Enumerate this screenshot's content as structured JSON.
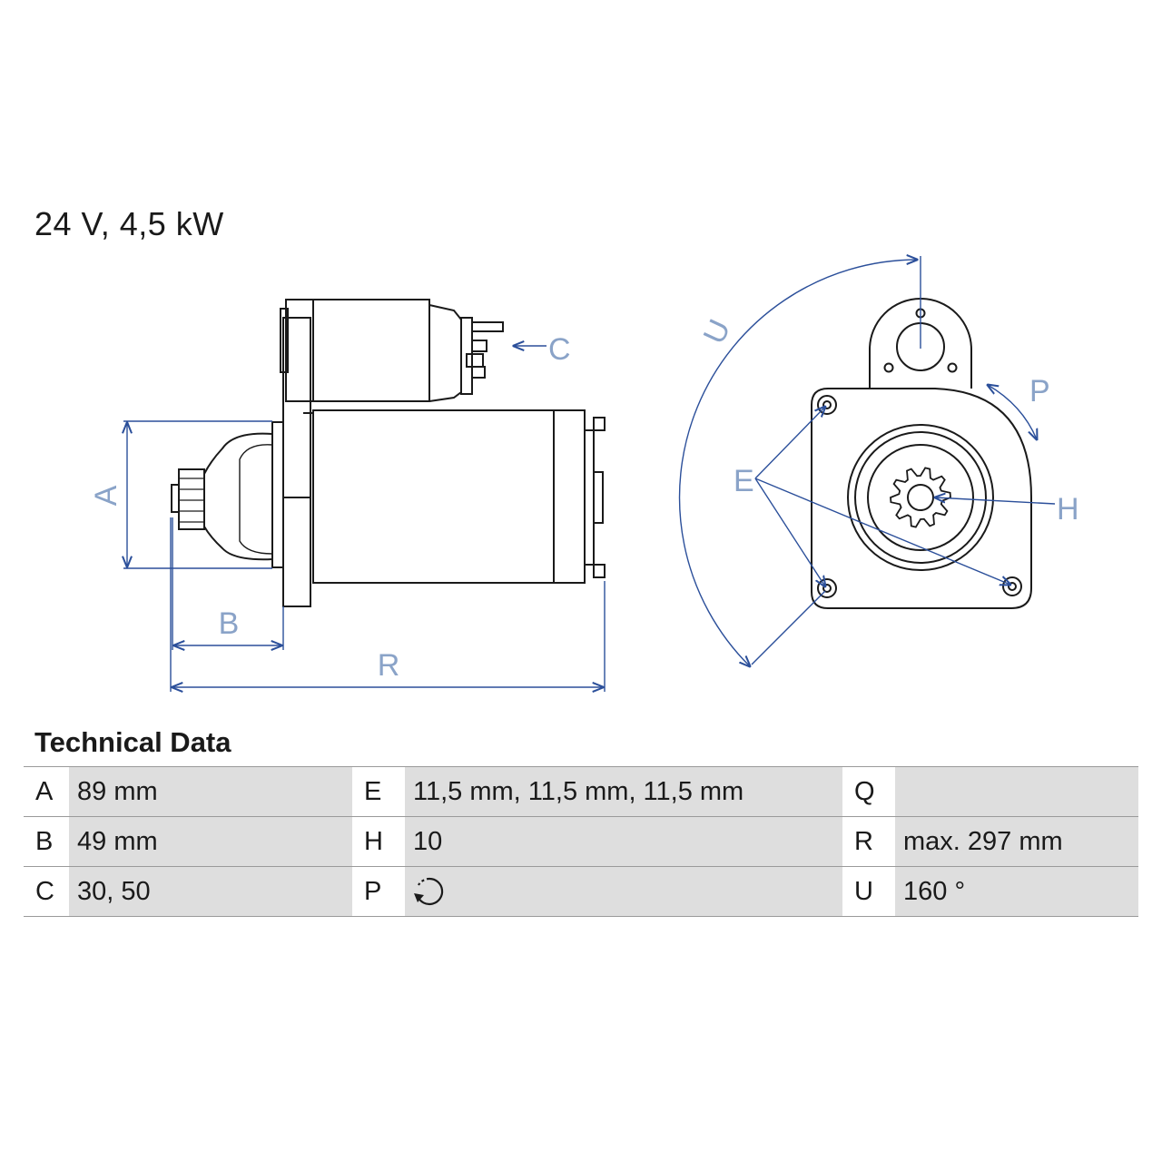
{
  "header": {
    "title": "24 V, 4,5 kW"
  },
  "drawing": {
    "dimension_labels": {
      "A": "A",
      "B": "B",
      "C": "C",
      "R": "R",
      "U": "U",
      "P": "P",
      "E": "E",
      "H": "H"
    },
    "colors": {
      "line": "#1a1a1a",
      "dimension": "#2b4f9a",
      "dimension_text": "#8aa3c8"
    }
  },
  "technical_data": {
    "title": "Technical Data",
    "rows": [
      [
        {
          "key": "A",
          "value": "89 mm"
        },
        {
          "key": "E",
          "value": "11,5 mm, 11,5 mm, 11,5 mm"
        },
        {
          "key": "Q",
          "value": ""
        }
      ],
      [
        {
          "key": "B",
          "value": "49 mm"
        },
        {
          "key": "H",
          "value": "10"
        },
        {
          "key": "R",
          "value": "max. 297 mm"
        }
      ],
      [
        {
          "key": "C",
          "value": "30, 50"
        },
        {
          "key": "P",
          "value": "",
          "icon": "clockwise-rotation-icon"
        },
        {
          "key": "U",
          "value": "160 °"
        }
      ]
    ]
  }
}
